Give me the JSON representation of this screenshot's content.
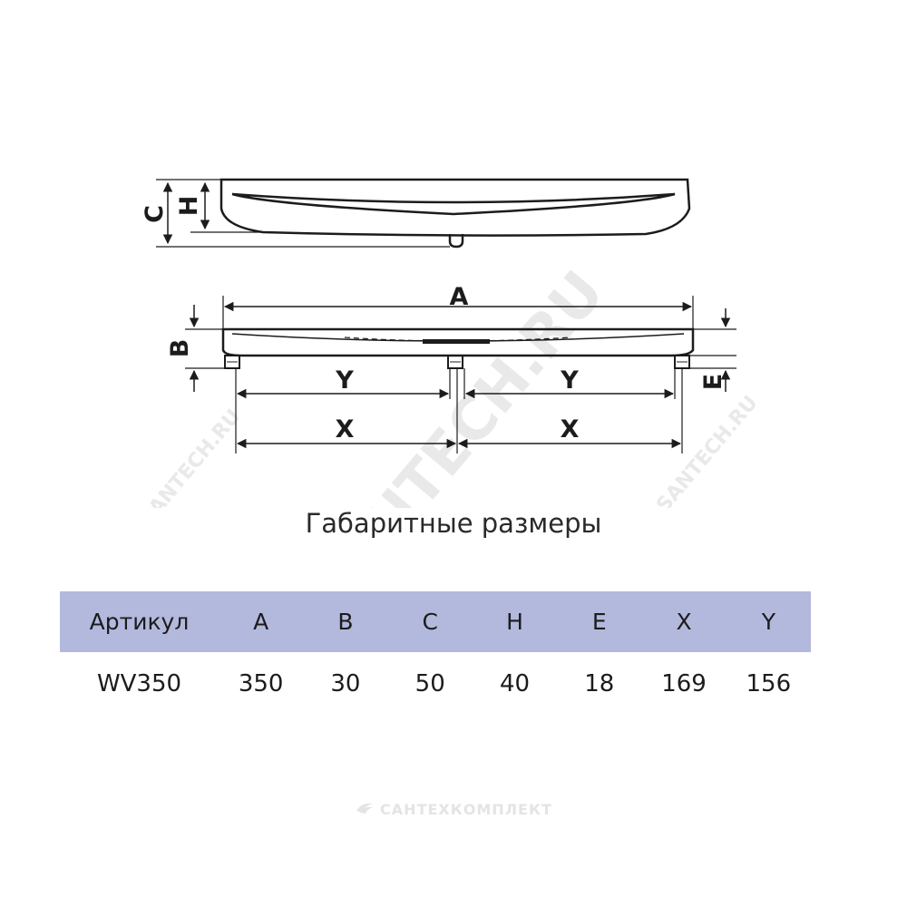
{
  "drawing": {
    "labels": {
      "side_c": "C",
      "side_h": "H",
      "front_a": "A",
      "front_b": "B",
      "front_e": "E",
      "front_y": "Y",
      "front_x": "X"
    },
    "line_color": "#1c1c1c"
  },
  "watermark": {
    "diagonal": "SANTECH.RU",
    "footer": "САНТЕХКОМПЛЕКТ"
  },
  "section_title": "Габаритные размеры",
  "table": {
    "header_color": "#b3b9dd",
    "headers": [
      "Артикул",
      "A",
      "B",
      "C",
      "H",
      "E",
      "X",
      "Y"
    ],
    "rows": [
      [
        "WV350",
        "350",
        "30",
        "50",
        "40",
        "18",
        "169",
        "156"
      ]
    ]
  }
}
